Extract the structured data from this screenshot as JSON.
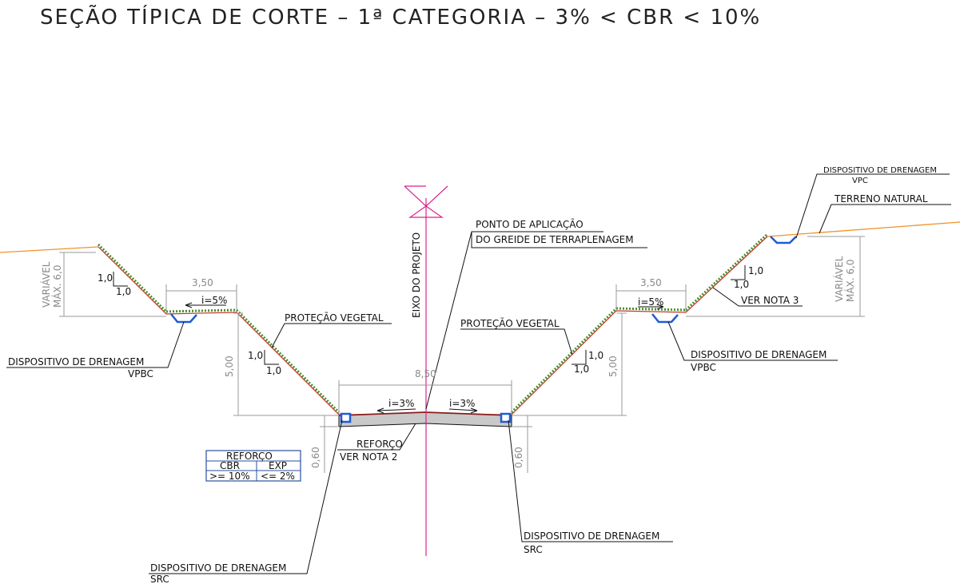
{
  "title": "SEÇÃO TÍPICA DE CORTE – 1ª CATEGORIA – 3% < CBR < 10%",
  "labels": {
    "axis": "EIXO DO PROJETO",
    "ponto_1": "PONTO DE APLICAÇÃO",
    "ponto_2": "DO GREIDE DE TERRAPLENAGEM",
    "protecao_left": "PROTEÇÃO VEGETAL",
    "protecao_right": "PROTEÇÃO VEGETAL",
    "drain_vpbc_left": "DISPOSITIVO DE DRENAGEM",
    "drain_vpbc_left_code": "VPBC",
    "drain_vpbc_right": "DISPOSITIVO DE DRENAGEM",
    "drain_vpbc_right_code": "VPBC",
    "drain_vpc": "DISPOSITIVO DE DRENAGEM",
    "drain_vpc_code": "VPC",
    "terreno": "TERRENO NATURAL",
    "ver_nota_3": "VER NOTA 3",
    "reforco": "REFORÇO",
    "ver_nota_2": "VER NOTA 2",
    "drain_src_left": "DISPOSITIVO DE DRENAGEM",
    "drain_src_left_code": "SRC",
    "drain_src_right": "DISPOSITIVO DE DRENAGEM",
    "drain_src_right_code": "SRC",
    "variavel_left_1": "VARIÁVEL",
    "variavel_left_2": "MÁX. 6,0",
    "variavel_right_1": "VARIÁVEL",
    "variavel_right_2": "MÁX. 6,0"
  },
  "dims": {
    "berm_left": "3,50",
    "berm_right": "3,50",
    "platform": "8,50",
    "height_left": "5,00",
    "height_right": "5,00",
    "sub_left": "0,60",
    "sub_right": "0,60"
  },
  "slopes": {
    "berm_left": "i=5%",
    "berm_right": "i=5%",
    "road_left": "i=3%",
    "road_right": "i=3%"
  },
  "ratios": {
    "r1_v": "1,0",
    "r1_h": "1,0",
    "r2_v": "1,0",
    "r2_h": "1,0",
    "r3_v": "1,0",
    "r3_h": "1,0",
    "r4_v": "1,0",
    "r4_h": "1,0"
  },
  "table": {
    "header": "REFORÇO",
    "col1": "CBR",
    "col2": "EXP",
    "val1": ">= 10%",
    "val2": "<= 2%"
  }
}
